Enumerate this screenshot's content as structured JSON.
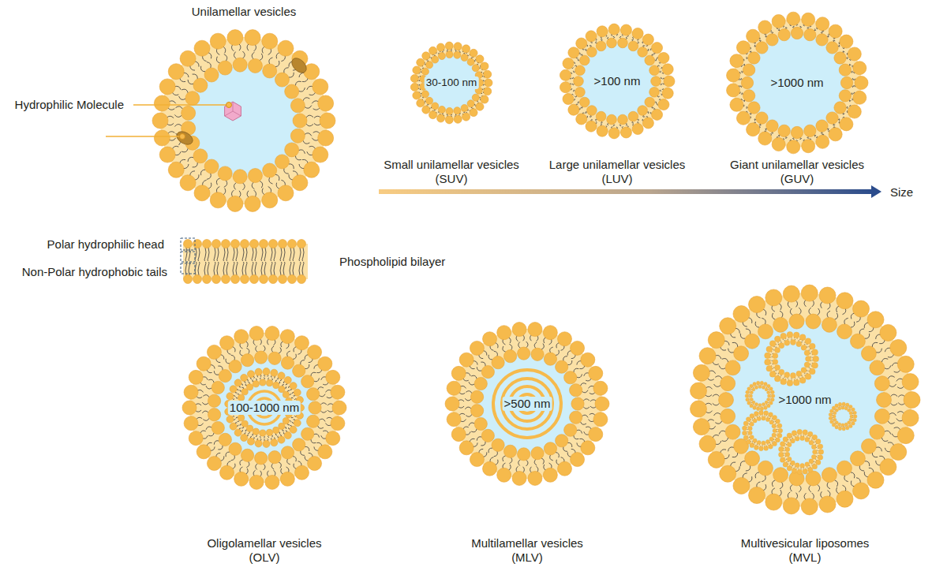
{
  "diagram": {
    "nodes": [
      {
        "text": [
          "Unilamellar vesicles"
        ]
      },
      {
        "text": [
          "30-100 nm",
          "Small unilamellar vesicles (SUV)"
        ]
      },
      {
        "text": [
          ">100 nm",
          "Large unilamellar vesicles (LUV)"
        ]
      },
      {
        "text": [
          ">1000 nm",
          "Giant unilamellar vesicles (GUV)"
        ]
      },
      {
        "text": [
          "100-1000 nm",
          "Oligolamellar vesicles (OLV)"
        ]
      },
      {
        "text": [
          ">500 nm",
          "Multilamellar vesicles (MLV)"
        ]
      },
      {
        "text": [
          ">1000 nm",
          "Multivesicular liposomes (MVL)"
        ]
      }
    ],
    "labels": [
      "Hydrophilic Molecule",
      "Size",
      "Polar hydrophilic head",
      "Non-Polar hydrophobic tails",
      "Phospholipid bilayer"
    ]
  }
}
